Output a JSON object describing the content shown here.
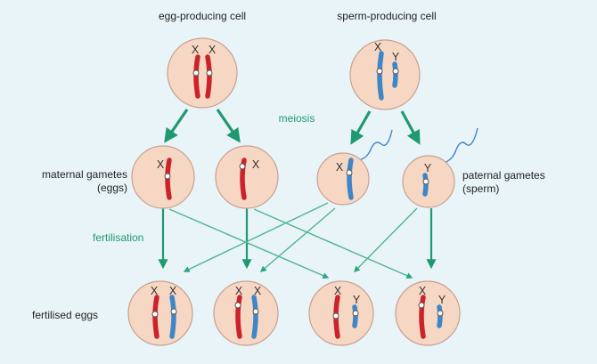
{
  "labels": {
    "egg_producing_cell": "egg-producing cell",
    "sperm_producing_cell": "sperm-producing cell",
    "meiosis": "meiosis",
    "maternal_gametes_line1": "maternal gametes",
    "maternal_gametes_line2": "(eggs)",
    "paternal_gametes_line1": "paternal gametes",
    "paternal_gametes_line2": "(sperm)",
    "fertilisation": "fertilisation",
    "fertilised_eggs": "fertilised eggs"
  },
  "chromosome_labels": {
    "x": "X",
    "y": "Y"
  },
  "colors": {
    "background": "#e9f4f8",
    "cell_fill": "#f6d7c3",
    "cell_stroke": "#c8a090",
    "maternal_chromosome": "#cc2229",
    "paternal_chromosome": "#3f86c8",
    "arrow": "#1f9a70",
    "arrow_light": "#8fcfbc",
    "sperm_tail": "#3f86c8",
    "green_text": "#1f9a70"
  }
}
